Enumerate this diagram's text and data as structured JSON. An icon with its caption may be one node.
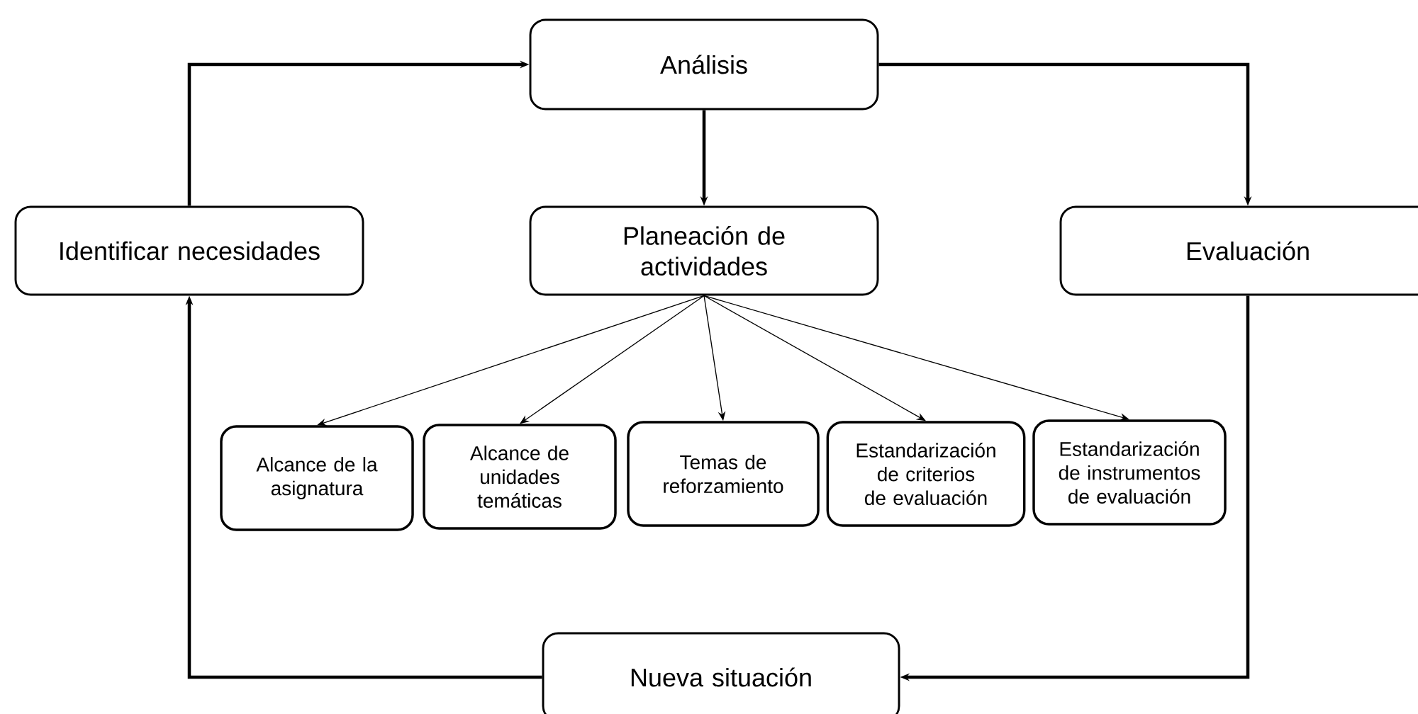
{
  "diagram": {
    "nodes": [
      {
        "text": [
          "Análisis"
        ]
      },
      {
        "text": [
          "Identificar necesidades"
        ]
      },
      {
        "text": [
          "Planeación de actividades"
        ]
      },
      {
        "text": [
          "Evaluación"
        ]
      },
      {
        "text": [
          "Alcance de la asignatura"
        ]
      },
      {
        "text": [
          "Alcance de unidades temáticas"
        ]
      },
      {
        "text": [
          "Temas de reforzamiento"
        ]
      },
      {
        "text": [
          "Estandarización de criterios de evaluación"
        ]
      },
      {
        "text": [
          "Estandarización de instrumentos de evaluación"
        ]
      },
      {
        "text": [
          "Nueva situación"
        ]
      }
    ],
    "edges": [
      {
        "from": 1,
        "to": 0,
        "arrow": "to",
        "style": "thick"
      },
      {
        "from": 0,
        "to": 3,
        "arrow": "to",
        "style": "thick"
      },
      {
        "from": 0,
        "to": 2,
        "arrow": "to",
        "style": "thick"
      },
      {
        "from": 2,
        "to": 4,
        "arrow": "to"
      },
      {
        "from": 2,
        "to": 5,
        "arrow": "to"
      },
      {
        "from": 2,
        "to": 6,
        "arrow": "to"
      },
      {
        "from": 2,
        "to": 7,
        "arrow": "to"
      },
      {
        "from": 2,
        "to": 8,
        "arrow": "to"
      },
      {
        "from": 3,
        "to": 9,
        "arrow": "to",
        "style": "thick"
      },
      {
        "from": 9,
        "to": 1,
        "arrow": "to",
        "style": "thick"
      }
    ]
  }
}
